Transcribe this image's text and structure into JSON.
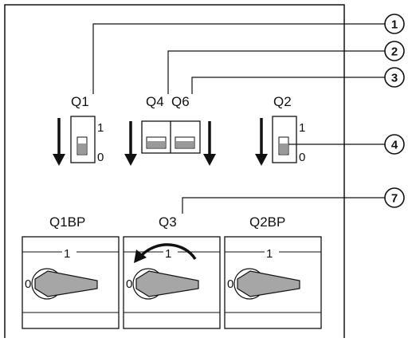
{
  "breakers": {
    "q1": {
      "label": "Q1",
      "on": "1",
      "off": "0"
    },
    "q4": {
      "label": "Q4"
    },
    "q6": {
      "label": "Q6"
    },
    "q2": {
      "label": "Q2",
      "on": "1",
      "off": "0"
    }
  },
  "switches": [
    {
      "label": "Q1BP",
      "on": "1",
      "off": "0"
    },
    {
      "label": "Q3",
      "on": "1",
      "off": "0"
    },
    {
      "label": "Q2BP",
      "on": "1",
      "off": "0"
    }
  ],
  "callouts": [
    "1",
    "2",
    "3",
    "4",
    "7"
  ]
}
